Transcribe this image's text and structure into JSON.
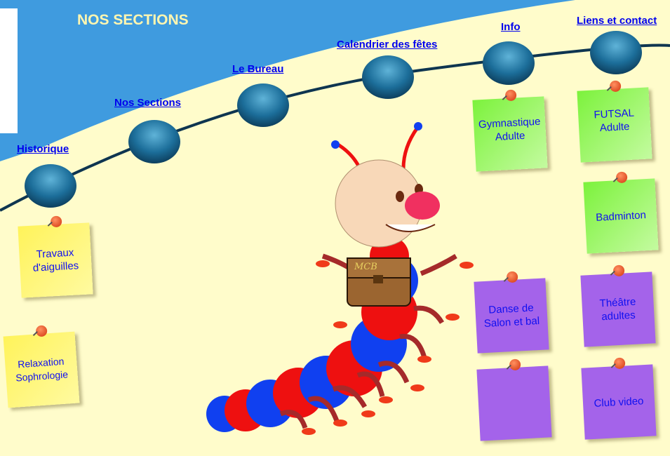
{
  "header": {
    "title": "NOS SECTIONS"
  },
  "nav": [
    {
      "label": "Historique"
    },
    {
      "label": "Nos Sections"
    },
    {
      "label": "Le Bureau"
    },
    {
      "label": "Calendrier des fêtes"
    },
    {
      "label": "Info"
    },
    {
      "label": "Liens et contact"
    }
  ],
  "notes": [
    {
      "label": "Travaux d'aiguilles",
      "color": "yellow"
    },
    {
      "label": "Relaxation Sophrologie",
      "color": "yellow"
    },
    {
      "label": "Gymnastique Adulte",
      "color": "green"
    },
    {
      "label": "FUTSAL Adulte",
      "color": "green"
    },
    {
      "label": "Badminton",
      "color": "green"
    },
    {
      "label": "Danse de Salon et bal",
      "color": "purple"
    },
    {
      "label": "",
      "color": "purple"
    },
    {
      "label": "Théâtre adultes",
      "color": "purple"
    },
    {
      "label": "Club video",
      "color": "purple"
    }
  ],
  "mascot": {
    "bag_text": "MCB"
  },
  "colors": {
    "sky": "#3F9BDF",
    "background": "#FFFCCB",
    "link": "#0000EE"
  }
}
